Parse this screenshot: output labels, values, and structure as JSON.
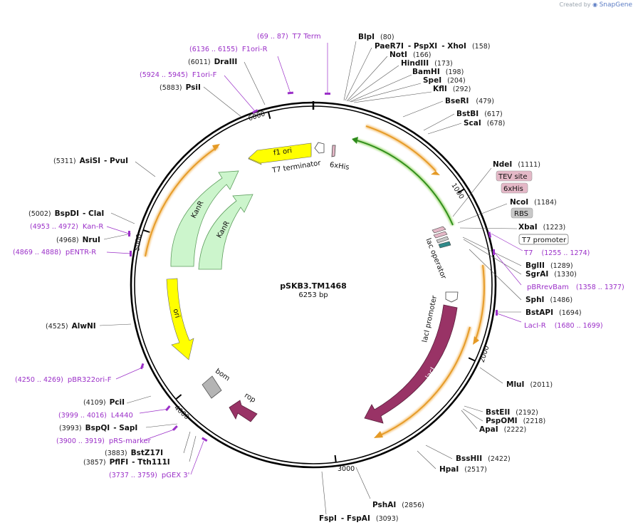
{
  "credit": {
    "created_by": "Created by",
    "brand": "SnapGene"
  },
  "plasmid": {
    "name": "pSKB3.TM1468",
    "length_label": "6253 bp",
    "length": 6253
  },
  "ticks": [
    "1000",
    "2000",
    "3000",
    "4000",
    "5000",
    "6000"
  ],
  "features": [
    {
      "label": "f1 ori",
      "color": "#ffff00",
      "kind": "big"
    },
    {
      "label": "T7 terminator",
      "color": "#ffffff",
      "kind": "small"
    },
    {
      "label": "6xHis",
      "color": "#e4b8c7",
      "kind": "small"
    },
    {
      "label": "KanR",
      "color": "#ccf5cc",
      "kind": "big"
    },
    {
      "label": "KanR",
      "color": "#ccf5cc",
      "kind": "big"
    },
    {
      "label": "lac operator",
      "color": "#ffffff",
      "kind": "small"
    },
    {
      "label": "lacI promoter",
      "color": "#ffffff",
      "kind": "small"
    },
    {
      "label": "lacI",
      "color": "#993366",
      "kind": "big"
    },
    {
      "label": "ori",
      "color": "#ffff00",
      "kind": "big"
    },
    {
      "label": "bom",
      "color": "#b4b4b4",
      "kind": "box"
    },
    {
      "label": "rop",
      "color": "#993366",
      "kind": "arrow"
    }
  ],
  "box_labels": [
    {
      "text": "TEV site",
      "color": "#e4b8c7"
    },
    {
      "text": "6xHis",
      "color": "#e4b8c7"
    },
    {
      "text": "RBS",
      "color": "#c8c8c8"
    },
    {
      "text": "T7 promoter",
      "color": "#ffffff"
    }
  ],
  "site_labels": [
    {
      "name": "BlpI",
      "pos": "(80)"
    },
    {
      "name": "PaeR7I",
      "extra": "- PspXI",
      "extra2": "- XhoI",
      "pos": "(158)"
    },
    {
      "name": "NotI",
      "pos": "(166)"
    },
    {
      "name": "HindIII",
      "pos": "(173)"
    },
    {
      "name": "BamHI",
      "pos": "(198)"
    },
    {
      "name": "SpeI",
      "pos": "(204)"
    },
    {
      "name": "KflI",
      "pos": "(292)"
    },
    {
      "name": "BseRI",
      "pos": "(479)"
    },
    {
      "name": "BstBI",
      "pos": "(617)"
    },
    {
      "name": "ScaI",
      "pos": "(678)"
    },
    {
      "name": "NdeI",
      "pos": "(1111)"
    },
    {
      "name": "NcoI",
      "pos": "(1184)"
    },
    {
      "name": "XbaI",
      "pos": "(1223)"
    },
    {
      "name": "BglII",
      "pos": "(1289)"
    },
    {
      "name": "SgrAI",
      "pos": "(1330)"
    },
    {
      "name": "SphI",
      "pos": "(1486)"
    },
    {
      "name": "BstAPI",
      "pos": "(1694)"
    },
    {
      "name": "MluI",
      "pos": "(2011)"
    },
    {
      "name": "BstEII",
      "pos": "(2192)"
    },
    {
      "name": "PspOMI",
      "pos": "(2218)"
    },
    {
      "name": "ApaI",
      "pos": "(2222)"
    },
    {
      "name": "BssHII",
      "pos": "(2422)"
    },
    {
      "name": "HpaI",
      "pos": "(2517)"
    },
    {
      "name": "PshAI",
      "pos": "(2856)"
    },
    {
      "name": "FspI",
      "extra": "- FspAI",
      "pos": "(3093)"
    },
    {
      "name": "PflFI",
      "extra": "- Tth111I",
      "pos": "(3857)"
    },
    {
      "name": "BstZ17I",
      "pos": "(3883)"
    },
    {
      "name": "BspQI",
      "extra": "- SapI",
      "pos": "(3993)"
    },
    {
      "name": "PciI",
      "pos": "(4109)"
    },
    {
      "name": "AlwNI",
      "pos": "(4525)"
    },
    {
      "name": "NruI",
      "pos": "(4968)"
    },
    {
      "name": "BspDI",
      "extra": "- ClaI",
      "pos": "(5002)"
    },
    {
      "name": "AsiSI",
      "extra": "- PvuI",
      "pos": "(5311)"
    },
    {
      "name": "PsiI",
      "pos": "(5883)"
    },
    {
      "name": "DraIII",
      "pos": "(6011)"
    }
  ],
  "primer_labels": [
    {
      "range": "(69 .. 87)",
      "name": "T7 Term"
    },
    {
      "range": "(6136 .. 6155)",
      "name": "F1ori-R"
    },
    {
      "range": "(5924 .. 5945)",
      "name": "F1ori-F"
    },
    {
      "range": "(4953 .. 4972)",
      "name": "Kan-R"
    },
    {
      "range": "(4869 .. 4888)",
      "name": "pENTR-R"
    },
    {
      "name": "T7",
      "range": "(1255 .. 1274)"
    },
    {
      "name": "pBRrevBam",
      "range": "(1358 .. 1377)"
    },
    {
      "name": "LacI-R",
      "range": "(1680 .. 1699)"
    },
    {
      "range": "(4250 .. 4269)",
      "name": "pBR322ori-F"
    },
    {
      "range": "(3999 .. 4016)",
      "name": "L4440"
    },
    {
      "range": "(3900 .. 3919)",
      "name": "pRS-marker"
    },
    {
      "range": "(3737 .. 3759)",
      "name": "pGEX 3'"
    }
  ]
}
